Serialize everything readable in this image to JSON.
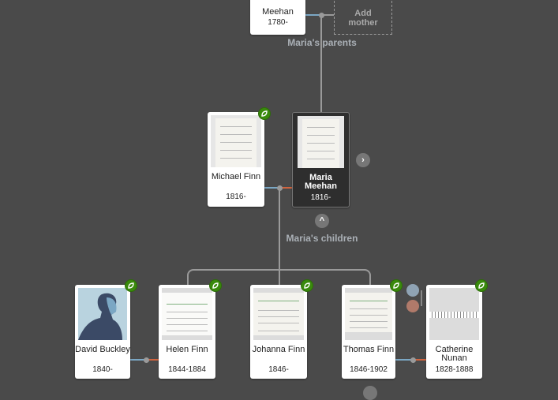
{
  "parents": {
    "father": {
      "name": "Meehan",
      "dates": "1780-"
    },
    "add_mother_label": "Add mother",
    "section_label": "Maria's parents"
  },
  "couple": {
    "spouse": {
      "name": "Michael Finn",
      "dates": "1816-"
    },
    "focus": {
      "name": "Maria Meehan",
      "dates": "1816-"
    }
  },
  "children_label": "Maria's children",
  "children": [
    {
      "name": "David Buckley",
      "dates": "1840-"
    },
    {
      "name": "Helen Finn",
      "dates": "1844-1884"
    },
    {
      "name": "Johanna Finn",
      "dates": "1846-"
    },
    {
      "name": "Thomas Finn",
      "dates": "1846-1902"
    },
    {
      "name": "Catherine Nunan",
      "dates": "1828-1888"
    }
  ],
  "colors": {
    "background": "#4a4a4a",
    "hint_badge": "#3a8a0c",
    "male_line": "#7ba7c4",
    "female_line": "#d0643f"
  }
}
